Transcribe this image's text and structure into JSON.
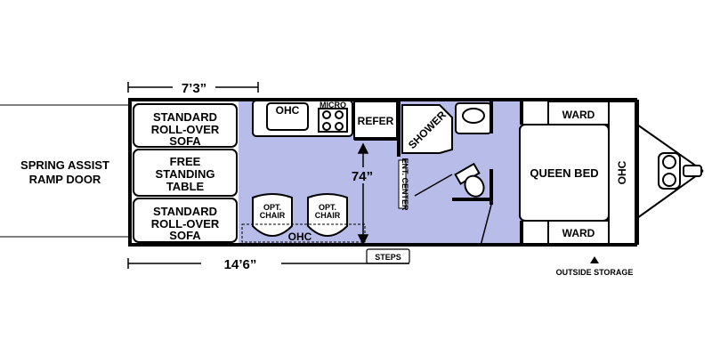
{
  "dimensions": {
    "width_top": "7’3”",
    "length_bottom": "14’6”",
    "height_interior": "74”"
  },
  "labels": {
    "sofa_top": [
      "STANDARD",
      "ROLL-OVER",
      "SOFA"
    ],
    "table": [
      "FREE",
      "STANDING",
      "TABLE"
    ],
    "sofa_bottom": [
      "STANDARD",
      "ROLL-OVER",
      "SOFA"
    ],
    "ramp_door": [
      "SPRING ASSIST",
      "RAMP DOOR"
    ],
    "ohc_kitchen": "OHC",
    "micro": "MICRO",
    "refer": "REFER",
    "shower": "SHOWER",
    "ent_center": "ENT. CENTER",
    "opt_chair_1": [
      "OPT.",
      "CHAIR"
    ],
    "opt_chair_2": [
      "OPT.",
      "CHAIR"
    ],
    "ohc_lower": "OHC",
    "steps": "STEPS",
    "ward_top": "WARD",
    "ward_bottom": "WARD",
    "queen_bed": "QUEEN BED",
    "ohc_bedroom": "OHC",
    "outside_storage": "OUTSIDE STORAGE"
  },
  "colors": {
    "floor": "#b7bde8",
    "wall": "#000000",
    "furniture": "#ffffff"
  }
}
